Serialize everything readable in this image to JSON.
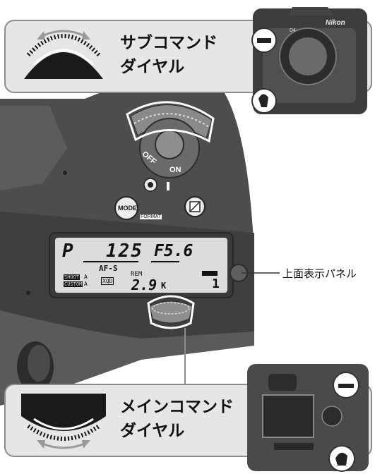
{
  "sub_dial": {
    "line1": "サブコマンド",
    "line2": "ダイヤル"
  },
  "main_dial": {
    "line1": "メインコマンド",
    "line2": "ダイヤル"
  },
  "top_panel_label": "上面表示パネル",
  "camera": {
    "brand": "Nikon",
    "model": "D4",
    "mode_button": "MODE",
    "format_label": "FORMAT",
    "power_off": "OFF",
    "power_on": "ON"
  },
  "lcd": {
    "mode": "P",
    "shutter": "125",
    "aperture": "F5.6",
    "af_mode": "AF-S",
    "rem": "REM",
    "remaining": "2.9",
    "remaining_unit": "K",
    "shoot_label": "SHOOT",
    "shoot_value": "A",
    "custom_label": "CUSTOM",
    "custom_value": "A",
    "card": "XQD",
    "frame_count": "1"
  },
  "colors": {
    "panel_bg": "#e6e6e6",
    "panel_border": "#8c8c8c",
    "camera_body": "#4a4a4a"
  }
}
